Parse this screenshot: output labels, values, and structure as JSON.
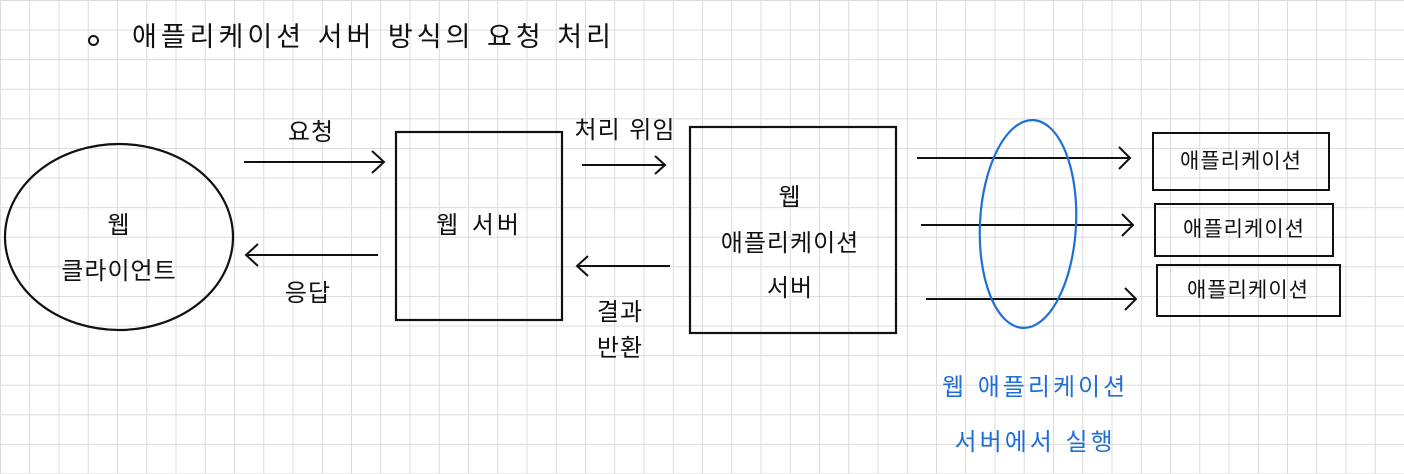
{
  "title": "애플리케이션 서버 방식의 요청 처리",
  "nodes": {
    "client": "웹\n클라이언트",
    "web_server": "웹 서버",
    "was": "웹\n애플리케이션\n서버",
    "apps": [
      "애플리케이션",
      "애플리케이션",
      "애플리케이션"
    ]
  },
  "edges": {
    "request": "요청",
    "response": "응답",
    "delegate": "처리 위임",
    "result": "결과\n반환"
  },
  "note": "웹 애플리케이션\n서버에서 실행",
  "colors": {
    "ink": "#111111",
    "highlight": "#1f6fd8",
    "grid": "#dcdcdc"
  }
}
